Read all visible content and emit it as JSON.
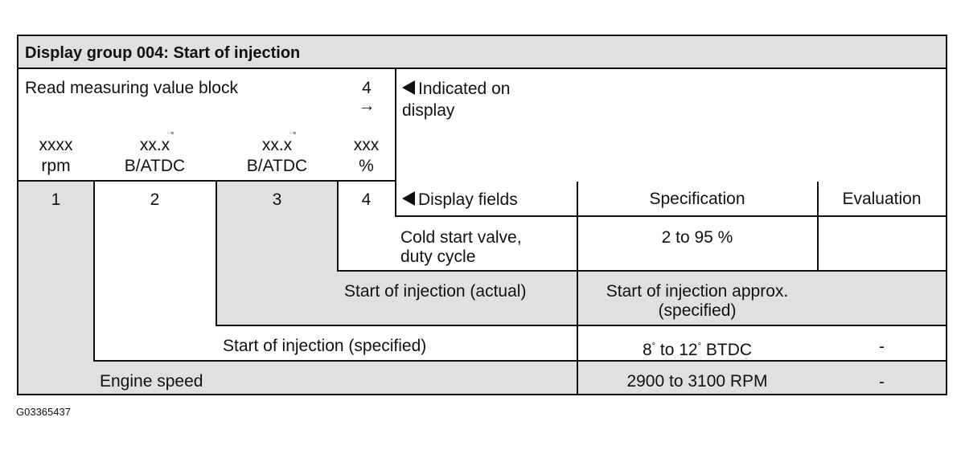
{
  "table": {
    "title": "Display group 004: Start of injection",
    "read_block": {
      "label": "Read measuring value block",
      "number": "4",
      "arrow": "→",
      "indicated": "Indicated on",
      "indicated2": "display"
    },
    "units": [
      {
        "top": "xxxx",
        "bottom": "rpm"
      },
      {
        "top": "xx.x",
        "bottom": "B/ATDC",
        "degree": "°"
      },
      {
        "top": "xx.x",
        "bottom": "B/ATDC",
        "degree": "°"
      },
      {
        "top": "xxx",
        "bottom": "%"
      }
    ],
    "field_numbers": [
      "1",
      "2",
      "3",
      "4"
    ],
    "headers": {
      "display_fields": "Display fields",
      "specification": "Specification",
      "evaluation": "Evaluation"
    },
    "rows": [
      {
        "field": "Cold start valve,",
        "field2": "duty cycle",
        "spec": "2 to 95 %",
        "eval": ""
      },
      {
        "field": "Start of injection (actual)",
        "spec": "Start of injection approx.",
        "spec2": "(specified)",
        "eval": ""
      },
      {
        "field": "Start of injection (specified)",
        "spec_a": "8",
        "spec_b": "to 12",
        "spec_c": "BTDC",
        "degree": "°",
        "eval": "-"
      },
      {
        "field": "Engine speed",
        "spec": "2900 to 3100 RPM",
        "eval": "-"
      }
    ]
  },
  "figure_id": "G03365437",
  "colors": {
    "gray": "#e0e0e0",
    "border": "#111111"
  }
}
